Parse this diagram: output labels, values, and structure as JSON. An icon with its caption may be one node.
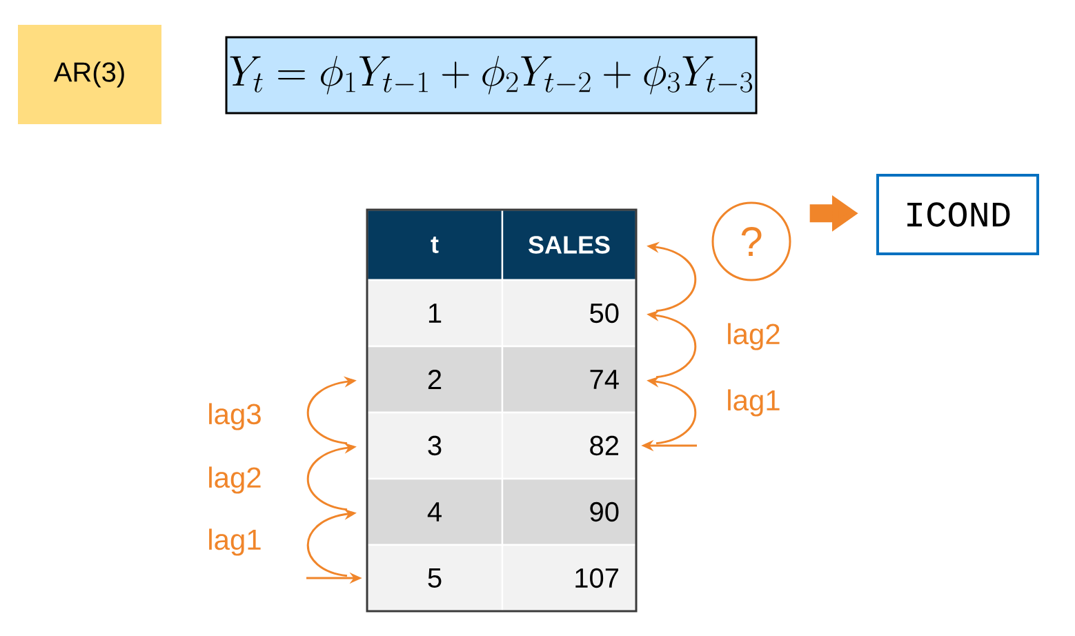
{
  "diagram": {
    "nodes": [
      {
        "text": [
          "AR(3)"
        ]
      },
      {
        "text": [
          "Y_t = \\phi_1 Y_{t-1} + \\phi_2 Y_{t-2} + \\phi_3 Y_{t-3}"
        ]
      },
      {
        "text": [
          "t"
        ]
      },
      {
        "text": [
          "SALES"
        ]
      },
      {
        "text": [
          "?"
        ]
      },
      {
        "text": [
          "ICOND"
        ]
      },
      {
        "text": [
          "1"
        ]
      },
      {
        "text": [
          "50"
        ]
      },
      {
        "text": [
          "2"
        ]
      },
      {
        "text": [
          "74"
        ]
      },
      {
        "text": [
          "3"
        ]
      },
      {
        "text": [
          "82"
        ]
      },
      {
        "text": [
          "4"
        ]
      },
      {
        "text": [
          "90"
        ]
      },
      {
        "text": [
          "5"
        ]
      },
      {
        "text": [
          "107"
        ]
      }
    ],
    "edges": [
      {
        "from": null,
        "to": 14,
        "arrow": "to"
      },
      {
        "from": 14,
        "to": 12,
        "arrow": "to",
        "label": "lag1"
      },
      {
        "from": 12,
        "to": 10,
        "arrow": "to",
        "label": "lag2"
      },
      {
        "from": 10,
        "to": 8,
        "arrow": "to",
        "label": "lag3"
      },
      {
        "from": null,
        "to": 11,
        "arrow": "to"
      },
      {
        "from": 11,
        "to": 9,
        "arrow": "to",
        "label": "lag1"
      },
      {
        "from": 9,
        "to": 7,
        "arrow": "to",
        "label": "lag2"
      },
      {
        "from": 7,
        "to": 3,
        "arrow": "to"
      },
      {
        "from": 4,
        "to": 5,
        "arrow": "to",
        "style": "thick"
      }
    ]
  }
}
